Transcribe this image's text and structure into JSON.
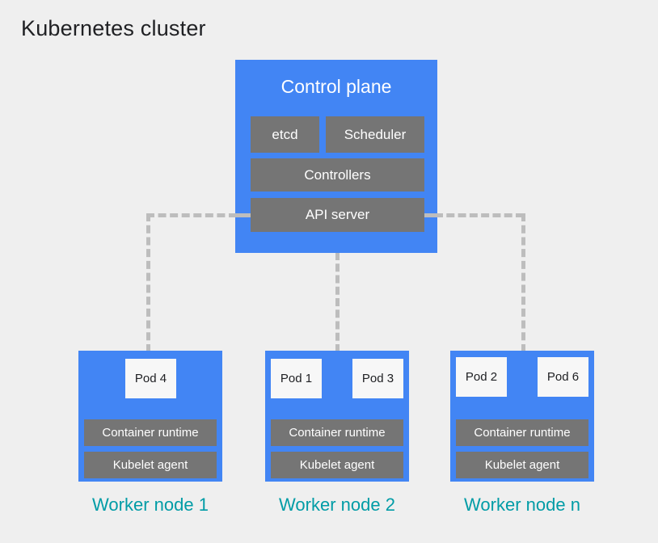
{
  "title": "Kubernetes cluster",
  "colors": {
    "background": "#efefef",
    "node_blue": "#4285f4",
    "component_gray": "#757575",
    "pod_white": "#f7f7f7",
    "label_teal": "#009ca6",
    "connector_gray": "#bdbdbd",
    "title_text": "#202124"
  },
  "control_plane": {
    "title": "Control plane",
    "components": [
      {
        "label": "etcd"
      },
      {
        "label": "Scheduler"
      },
      {
        "label": "Controllers"
      },
      {
        "label": "API server"
      }
    ]
  },
  "worker_nodes": [
    {
      "label": "Worker node 1",
      "pods": [
        {
          "label": "Pod 4"
        }
      ],
      "runtime": "Container runtime",
      "kubelet": "Kubelet agent"
    },
    {
      "label": "Worker node 2",
      "pods": [
        {
          "label": "Pod 1"
        },
        {
          "label": "Pod 3"
        }
      ],
      "runtime": "Container runtime",
      "kubelet": "Kubelet agent"
    },
    {
      "label": "Worker node n",
      "pods": [
        {
          "label": "Pod 2"
        },
        {
          "label": "Pod 6"
        }
      ],
      "runtime": "Container runtime",
      "kubelet": "Kubelet agent"
    }
  ],
  "connectors": {
    "style": "dashed",
    "description": "API server connects to each worker node"
  }
}
